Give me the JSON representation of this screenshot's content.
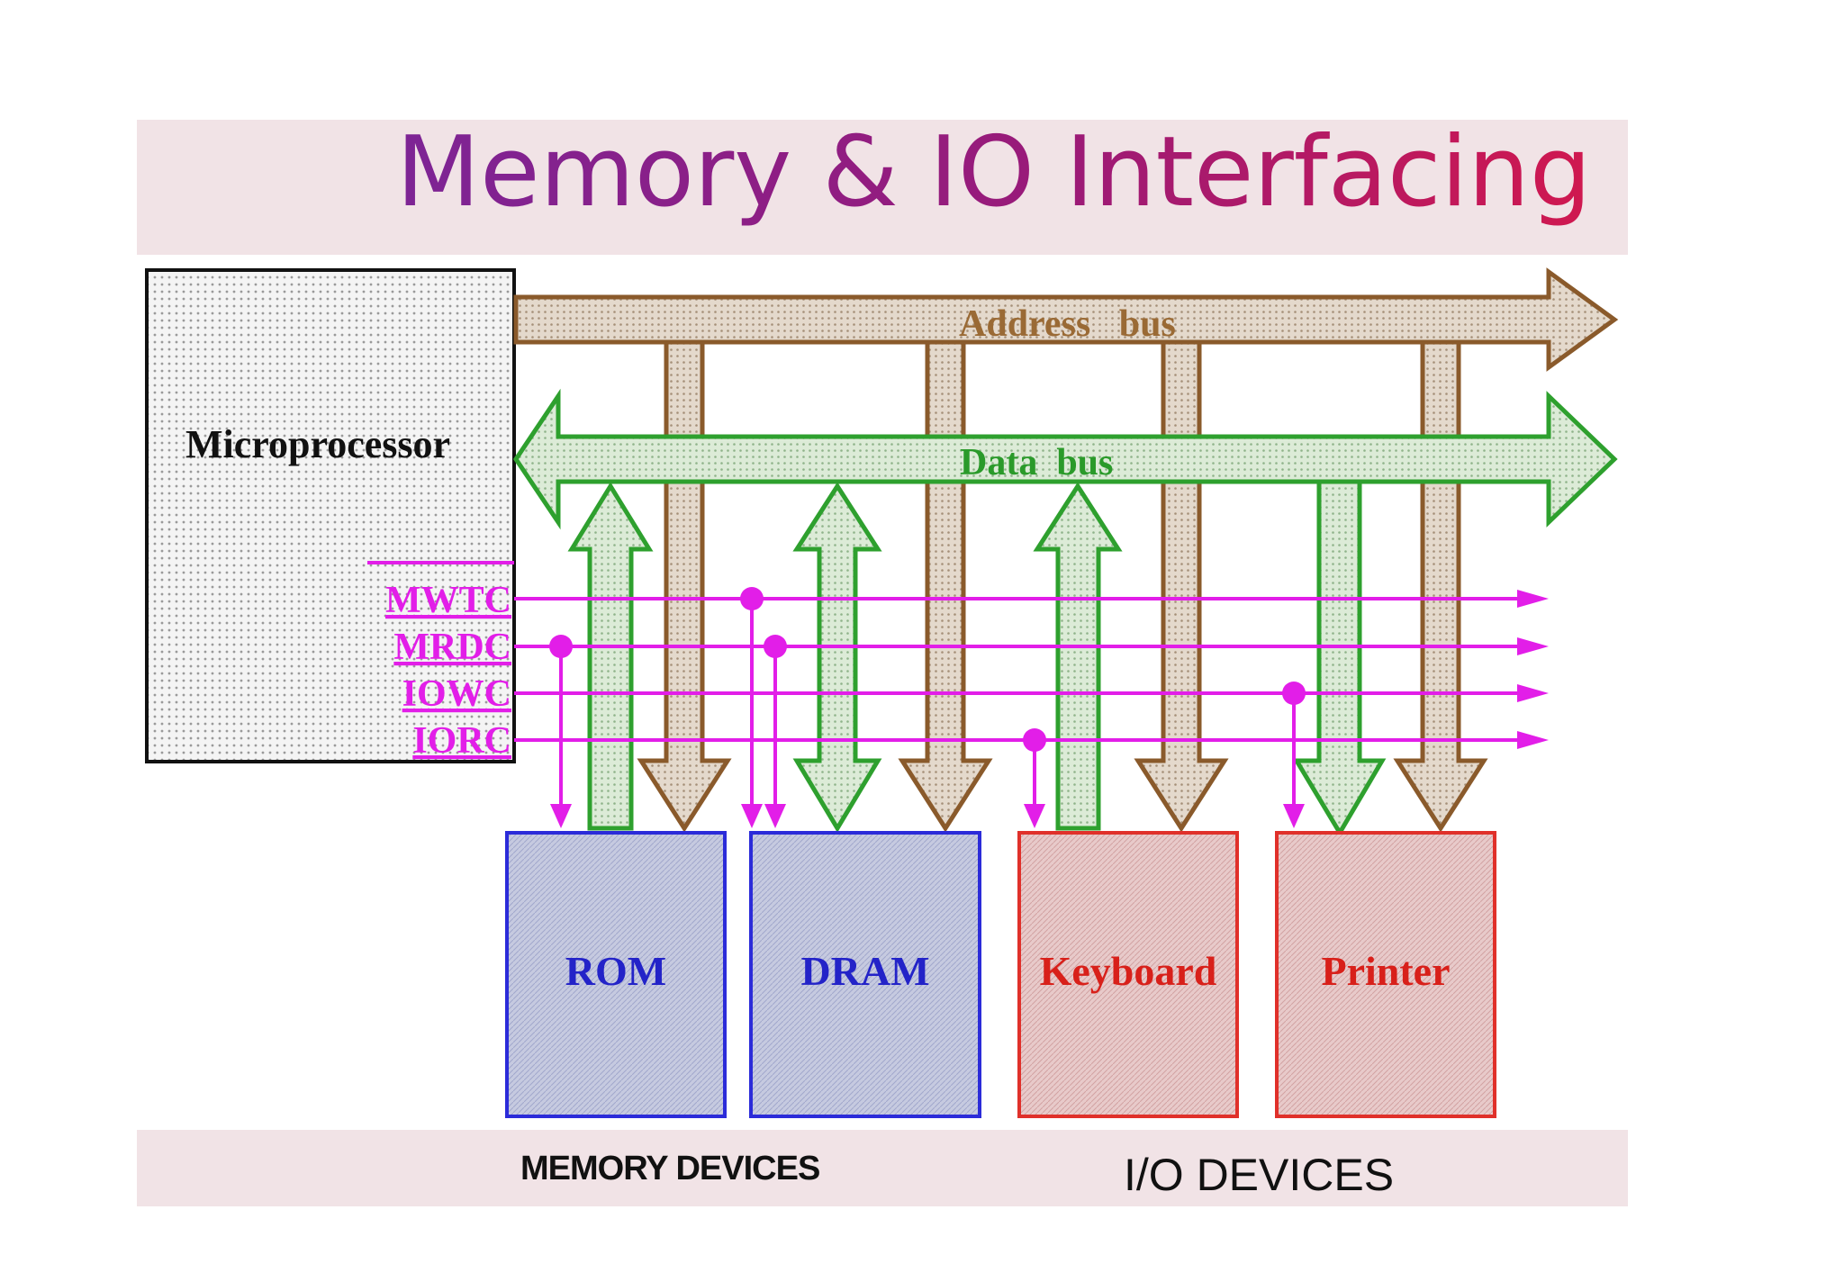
{
  "title": "Memory & IO Interfacing",
  "processor_label": "Microprocessor",
  "address_bus_label": "Address   bus",
  "data_bus_label": "Data  bus",
  "control_signals": [
    "MWTC",
    "MRDC",
    "IOWC",
    "IORC"
  ],
  "memory_devices": [
    "ROM",
    "DRAM"
  ],
  "io_devices": [
    "Keyboard",
    "Printer"
  ],
  "footer": {
    "memory_label": "MEMORY DEVICES",
    "io_label": "I/O DEVICES"
  },
  "colors": {
    "title_start": "#8a1f8f",
    "title_end": "#c0155a",
    "banner_bg": "#f1e3e6",
    "address_bus": "#8a5a2b",
    "address_fill": "#d8ccbf",
    "data_bus": "#2ea02e",
    "data_fill": "#d3e4cd",
    "control": "#e21ee8",
    "memory_stroke": "#2b2bd9",
    "memory_fill": "#c2c6dd",
    "io_stroke": "#e0302a",
    "io_fill": "#e4c4c4"
  }
}
